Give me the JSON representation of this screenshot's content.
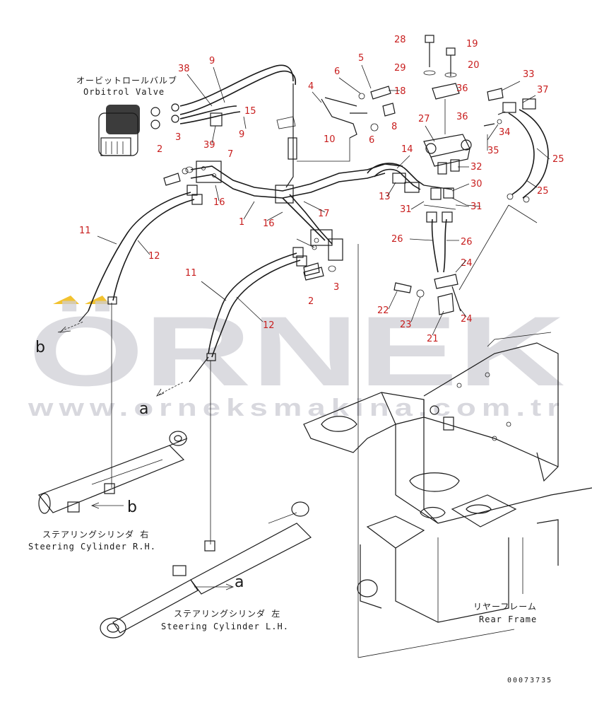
{
  "labels": {
    "orbitrol_jp": "オービットロールバルブ",
    "orbitrol_en": "Orbitrol Valve",
    "steer_rh_jp": "ステアリングシリンダ 右",
    "steer_rh_en": "Steering Cylinder R.H.",
    "steer_lh_jp": "ステアリングシリンダ 左",
    "steer_lh_en": "Steering Cylinder L.H.",
    "rear_frame_jp": "リヤーフレーム",
    "rear_frame_en": "Rear Frame",
    "drawing_code": "00073735"
  },
  "watermark": {
    "brand": "ÖRNEK",
    "url": "www.orneksmakina.com.tr"
  },
  "colors": {
    "part_number": "#c81e1e",
    "line": "#1a1a1a",
    "watermark": "#cfcfd6",
    "accent": "#f2c230"
  },
  "refs": {
    "a": "a",
    "b": "b",
    "p1": "1",
    "p2": "2",
    "p3": "3",
    "p4": "4",
    "p5": "5",
    "p6": "6",
    "p7": "7",
    "p8": "8",
    "p9": "9",
    "p10": "10",
    "p11": "11",
    "p12": "12",
    "p13": "13",
    "p14": "14",
    "p15": "15",
    "p16": "16",
    "p17": "17",
    "p18": "18",
    "p19": "19",
    "p20": "20",
    "p21": "21",
    "p22": "22",
    "p23": "23",
    "p24": "24",
    "p25": "25",
    "p26": "26",
    "p27": "27",
    "p28": "28",
    "p29": "29",
    "p30": "30",
    "p31": "31",
    "p32": "32",
    "p33": "33",
    "p34": "34",
    "p35": "35",
    "p36": "36",
    "p37": "37",
    "p38": "38",
    "p39": "39"
  }
}
